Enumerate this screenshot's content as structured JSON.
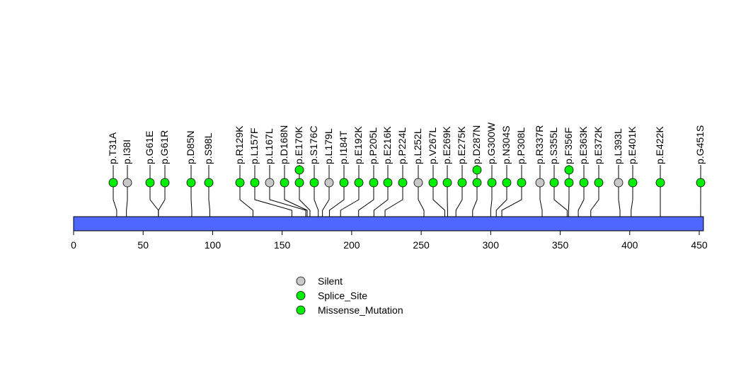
{
  "chart_data": {
    "type": "lollipop",
    "xlim": [
      0,
      450
    ],
    "protein_length": 453,
    "ticks": [
      0,
      50,
      100,
      150,
      200,
      250,
      300,
      350,
      400,
      450
    ],
    "colors": {
      "bar": "#4f67ff",
      "Silent": "#c8c8c8",
      "Splice_Site": "#00ee00",
      "Missense_Mutation": "#00ee00"
    },
    "legend": [
      "Silent",
      "Splice_Site",
      "Missense_Mutation"
    ],
    "mutations": [
      {
        "label": "p.T31A",
        "pos": 31,
        "type": "Missense_Mutation",
        "count": 1
      },
      {
        "label": "p.I38I",
        "pos": 38,
        "type": "Silent",
        "count": 1
      },
      {
        "label": "p.G61E",
        "pos": 61,
        "type": "Missense_Mutation",
        "count": 1
      },
      {
        "label": "p.G61R",
        "pos": 61,
        "type": "Missense_Mutation",
        "count": 1
      },
      {
        "label": "p.D85N",
        "pos": 85,
        "type": "Missense_Mutation",
        "count": 1
      },
      {
        "label": "p.S98L",
        "pos": 98,
        "type": "Missense_Mutation",
        "count": 1
      },
      {
        "label": "p.R129K",
        "pos": 129,
        "type": "Missense_Mutation",
        "count": 1
      },
      {
        "label": "p.L157F",
        "pos": 157,
        "type": "Missense_Mutation",
        "count": 1
      },
      {
        "label": "p.L167L",
        "pos": 167,
        "type": "Silent",
        "count": 1
      },
      {
        "label": "p.D168N",
        "pos": 168,
        "type": "Missense_Mutation",
        "count": 1
      },
      {
        "label": "p.E170K",
        "pos": 170,
        "type": "Missense_Mutation",
        "count": 2
      },
      {
        "label": "p.S176C",
        "pos": 176,
        "type": "Missense_Mutation",
        "count": 1
      },
      {
        "label": "p.L179L",
        "pos": 179,
        "type": "Silent",
        "count": 1
      },
      {
        "label": "p.I184T",
        "pos": 184,
        "type": "Missense_Mutation",
        "count": 1
      },
      {
        "label": "p.E192K",
        "pos": 192,
        "type": "Missense_Mutation",
        "count": 1
      },
      {
        "label": "p.P205L",
        "pos": 205,
        "type": "Missense_Mutation",
        "count": 1
      },
      {
        "label": "p.E216K",
        "pos": 216,
        "type": "Missense_Mutation",
        "count": 1
      },
      {
        "label": "p.P224L",
        "pos": 224,
        "type": "Missense_Mutation",
        "count": 1
      },
      {
        "label": "p.L252L",
        "pos": 252,
        "type": "Silent",
        "count": 1
      },
      {
        "label": "p.V267L",
        "pos": 267,
        "type": "Missense_Mutation",
        "count": 1
      },
      {
        "label": "p.E269K",
        "pos": 269,
        "type": "Missense_Mutation",
        "count": 1
      },
      {
        "label": "p.E275K",
        "pos": 275,
        "type": "Missense_Mutation",
        "count": 1
      },
      {
        "label": "p.D287N",
        "pos": 287,
        "type": "Missense_Mutation",
        "count": 2
      },
      {
        "label": "p.G300W",
        "pos": 300,
        "type": "Missense_Mutation",
        "count": 1
      },
      {
        "label": "p.N304S",
        "pos": 304,
        "type": "Missense_Mutation",
        "count": 1
      },
      {
        "label": "p.P308L",
        "pos": 308,
        "type": "Missense_Mutation",
        "count": 1
      },
      {
        "label": "p.R337R",
        "pos": 337,
        "type": "Silent",
        "count": 1
      },
      {
        "label": "p.S355L",
        "pos": 355,
        "type": "Missense_Mutation",
        "count": 1
      },
      {
        "label": "p.F356F",
        "pos": 356,
        "type": "Splice_Site",
        "count": 2
      },
      {
        "label": "p.E363K",
        "pos": 363,
        "type": "Missense_Mutation",
        "count": 1
      },
      {
        "label": "p.E372K",
        "pos": 372,
        "type": "Missense_Mutation",
        "count": 1
      },
      {
        "label": "p.L393L",
        "pos": 393,
        "type": "Silent",
        "count": 1
      },
      {
        "label": "p.E401K",
        "pos": 401,
        "type": "Missense_Mutation",
        "count": 1
      },
      {
        "label": "p.E422K",
        "pos": 422,
        "type": "Missense_Mutation",
        "count": 1
      },
      {
        "label": "p.G451S",
        "pos": 451,
        "type": "Missense_Mutation",
        "count": 1
      }
    ]
  }
}
